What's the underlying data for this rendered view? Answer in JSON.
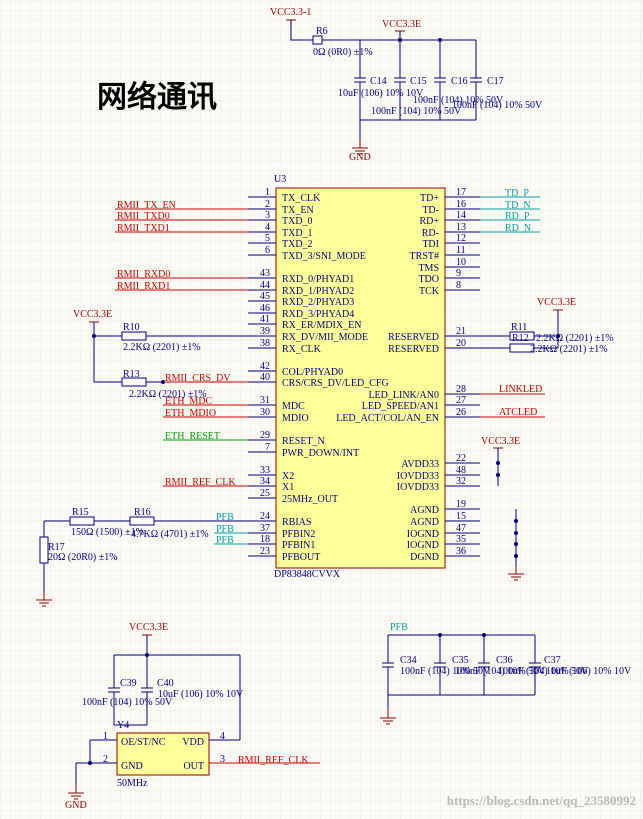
{
  "title": "网络通讯",
  "colors": {
    "wire": "#000080",
    "power": "#8b0000",
    "net_red": "#cc0000",
    "net_green": "#00a000",
    "net_cyan": "#00a0a0",
    "net_blue": "#0030c0",
    "chip_fill": "#ffff99",
    "chip_border": "#8b0000",
    "grid": "#e4e1cc"
  },
  "power": {
    "vcc33_1": "VCC3.3-1",
    "vcc33e_top": "VCC3.3E",
    "vcc33e_r10": "VCC3.3E",
    "vcc33e_r11": "VCC3.3E",
    "vcc33e_avdd": "VCC3.3E",
    "vcc33e_y4": "VCC3.3E",
    "gnd_top": "GND",
    "gnd_y4": "GND",
    "pfb_caps": "PFB"
  },
  "u3": {
    "ref": "U3",
    "part": "DP83848CVVX",
    "left_pins": [
      {
        "num": "1",
        "name": "TX_CLK"
      },
      {
        "num": "2",
        "name": "TX_EN"
      },
      {
        "num": "3",
        "name": "TXD_0"
      },
      {
        "num": "4",
        "name": "TXD_1"
      },
      {
        "num": "5",
        "name": "TXD_2"
      },
      {
        "num": "6",
        "name": "TXD_3/SNI_MODE"
      },
      {
        "num": "43",
        "name": "RXD_0/PHYAD1"
      },
      {
        "num": "44",
        "name": "RXD_1/PHYAD2"
      },
      {
        "num": "45",
        "name": "RXD_2/PHYAD3"
      },
      {
        "num": "46",
        "name": "RXD_3/PHYAD4"
      },
      {
        "num": "41",
        "name": "RX_ER/MDIX_EN"
      },
      {
        "num": "39",
        "name": "RX_DV/MII_MODE"
      },
      {
        "num": "38",
        "name": "RX_CLK"
      },
      {
        "num": "42",
        "name": "COL/PHYAD0"
      },
      {
        "num": "40",
        "name": "CRS/CRS_DV/LED_CFG"
      },
      {
        "num": "31",
        "name": "MDC"
      },
      {
        "num": "30",
        "name": "MDIO"
      },
      {
        "num": "29",
        "name": "RESET_N"
      },
      {
        "num": "7",
        "name": "PWR_DOWN/INT"
      },
      {
        "num": "33",
        "name": "X2"
      },
      {
        "num": "34",
        "name": "X1"
      },
      {
        "num": "25",
        "name": "25MHz_OUT"
      },
      {
        "num": "24",
        "name": "RBIAS"
      },
      {
        "num": "37",
        "name": "PFBIN2"
      },
      {
        "num": "18",
        "name": "PFBIN1"
      },
      {
        "num": "23",
        "name": "PFBOUT"
      }
    ],
    "right_pins": [
      {
        "num": "17",
        "name": "TD+"
      },
      {
        "num": "16",
        "name": "TD-"
      },
      {
        "num": "14",
        "name": "RD+"
      },
      {
        "num": "13",
        "name": "RD-"
      },
      {
        "num": "12",
        "name": "TDI"
      },
      {
        "num": "11",
        "name": "TRST#"
      },
      {
        "num": "10",
        "name": "TMS"
      },
      {
        "num": "9",
        "name": "TDO"
      },
      {
        "num": "8",
        "name": "TCK"
      },
      {
        "num": "21",
        "name": "RESERVED"
      },
      {
        "num": "20",
        "name": "RESERVED"
      },
      {
        "num": "28",
        "name": "LED_LINK/AN0"
      },
      {
        "num": "27",
        "name": "LED_SPEED/AN1"
      },
      {
        "num": "26",
        "name": "LED_ACT/COL/AN_EN"
      },
      {
        "num": "22",
        "name": "AVDD33"
      },
      {
        "num": "48",
        "name": "IOVDD33"
      },
      {
        "num": "32",
        "name": "IOVDD33"
      },
      {
        "num": "19",
        "name": "AGND"
      },
      {
        "num": "15",
        "name": "AGND"
      },
      {
        "num": "47",
        "name": "IOGND"
      },
      {
        "num": "35",
        "name": "IOGND"
      },
      {
        "num": "36",
        "name": "DGND"
      }
    ]
  },
  "nets": {
    "rmii_tx_en": "RMII_TX_EN",
    "rmii_txd0": "RMII_TXD0",
    "rmii_txd1": "RMII_TXD1",
    "rmii_rxd0": "RMII_RXD0",
    "rmii_rxd1": "RMII_RXD1",
    "rmii_crs_dv": "RMII_CRS_DV",
    "eth_mdc": "ETH_MDC",
    "eth_mdio": "ETH_MDIO",
    "eth_reset": "ETH_RESET",
    "rmii_ref_clk": "RMII_REF_CLK",
    "rmii_ref_clk_y4": "RMII_REF_CLK",
    "pfb1": "PFB",
    "pfb2": "PFB",
    "pfb3": "PFB",
    "td_p": "TD_P",
    "td_n": "TD_N",
    "rd_p": "RD_P",
    "rd_n": "RD_N",
    "linkled": "LINKLED",
    "atcled": "ATCLED"
  },
  "components": {
    "r6": {
      "ref": "R6",
      "value": "0Ω (0R0) ±1%"
    },
    "c14": {
      "ref": "C14",
      "value": "10uF (106) 10% 10V"
    },
    "c15": {
      "ref": "C15",
      "value": "100nF (104) 10% 50V"
    },
    "c16": {
      "ref": "C16",
      "value": "100nF (104) 10% 50V"
    },
    "c17": {
      "ref": "C17",
      "value": "100nF (104) 10% 50V"
    },
    "r10": {
      "ref": "R10",
      "value": "2.2KΩ (2201) ±1%"
    },
    "r13": {
      "ref": "R13",
      "value": "2.2KΩ (2201) ±1%"
    },
    "r11": {
      "ref": "R11",
      "value": "2.2KΩ (2201) ±1%"
    },
    "r12": {
      "ref": "R12",
      "value": "2.2KΩ (2201) ±1%"
    },
    "r15": {
      "ref": "R15",
      "value": "150Ω (1500) ±1%"
    },
    "r16": {
      "ref": "R16",
      "value": "4.7KΩ (4701) ±1%"
    },
    "r17": {
      "ref": "R17",
      "value": "20Ω (20R0) ±1%"
    },
    "c39": {
      "ref": "C39",
      "value": "100nF (104) 10% 50V"
    },
    "c40": {
      "ref": "C40",
      "value": "10uF (106) 10% 10V"
    },
    "c34": {
      "ref": "C34",
      "value": "100nF (104) 10% 50V"
    },
    "c35": {
      "ref": "C35",
      "value": "100nF (104) 10% 50V"
    },
    "c36": {
      "ref": "C36",
      "value": "100nF (104) 10% 50V"
    },
    "c37": {
      "ref": "C37",
      "value": "10uF (106) 10% 10V"
    }
  },
  "y4": {
    "ref": "Y4",
    "freq": "50MHz",
    "pin1": "1",
    "pin2": "2",
    "pin3": "3",
    "pin4": "4",
    "oe": "OE/ST/NC",
    "vdd": "VDD",
    "gnd": "GND",
    "out": "OUT"
  },
  "watermark": "https://blog.csdn.net/qq_23580992"
}
